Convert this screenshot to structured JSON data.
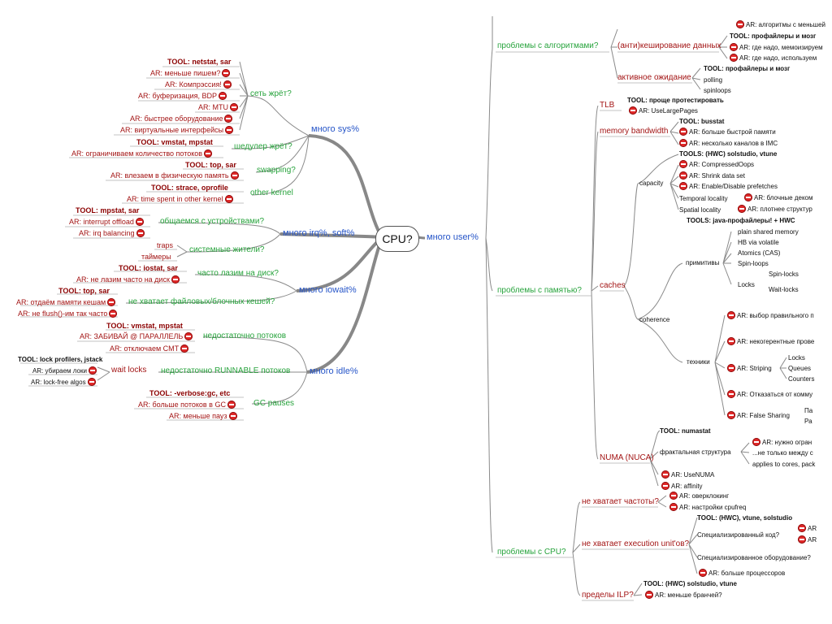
{
  "root": "CPU?",
  "left": {
    "sys": {
      "label": "много sys%",
      "net": {
        "label": "сеть жрёт?",
        "tool": "TOOL: netstat, sar",
        "items": [
          "AR: меньше пишем?",
          "AR: Компрэссия!",
          "AR: буферизация, BDP",
          "AR: MTU",
          "AR: быстрее оборудование",
          "AR: виртуальные интерфейсы"
        ]
      },
      "sched": {
        "label": "шедулер жрёт?",
        "tool": "TOOL: vmstat, mpstat",
        "items": [
          "AR: ограничиваем количество потоков"
        ]
      },
      "swap": {
        "label": "swapping?",
        "tool": "TOOL: top, sar",
        "items": [
          "AR: влезаем в физическую память"
        ]
      },
      "kernel": {
        "label": "other kernel",
        "tool": "TOOL: strace, oprofile",
        "items": [
          "AR: time spent in other kernel"
        ]
      }
    },
    "irq": {
      "label": "много irq%, soft%",
      "dev": {
        "label": "общаемся с устройствами?",
        "tool": "TOOL: mpstat, sar",
        "items": [
          "AR: interrupt offload",
          "AR: irq balancing"
        ]
      },
      "sysres": {
        "label": "системные жители?",
        "items": [
          "traps",
          "таймеры"
        ]
      }
    },
    "iowait": {
      "label": "много iowait%",
      "disk": {
        "label": "часто лазим на диск?",
        "tool": "TOOL: iostat, sar",
        "items": [
          "AR: не лазим часто на диск"
        ]
      },
      "cache": {
        "label": "не хватает файловых/блочных кешей?",
        "tool": "TOOL: top, sar",
        "items": [
          "AR: отдаём памяти кешам",
          "AR: не flush()-им так часто"
        ]
      }
    },
    "idle": {
      "label": "много idle%",
      "threads": {
        "label": "недостаточно потоков",
        "tool": "TOOL: vmstat, mpstat",
        "items": [
          "AR: ЗАБИВАЙ @ ПАРАЛЛЕЛЬ",
          "AR: отключаем CMT"
        ]
      },
      "runnable": {
        "label": "недостаточно RUNNABLE потоков",
        "wait": "wait locks",
        "tool": "TOOL: lock profilers, jstack",
        "items": [
          "AR: убираем локи",
          "AR: lock-free algos"
        ]
      },
      "gc": {
        "label": "GC pauses",
        "tool": "TOOL: -verbose:gc, etc",
        "items": [
          "AR: больше потоков в GC",
          "AR: меньше пауз"
        ]
      }
    }
  },
  "right": {
    "user": {
      "label": "много user%"
    },
    "alg": {
      "label": "проблемы с алгоритмами?",
      "ar_top": "AR: алгоритмы с меньшей",
      "cache": {
        "label": "(анти)кеширование данных",
        "tool": "TOOL: профайлеры и мозг",
        "items": [
          "AR: где надо, мемоизируем",
          "AR: где надо, используем"
        ]
      },
      "busy": {
        "label": "активное ожидание",
        "tool": "TOOL: профайлеры и мозг",
        "items": [
          "polling",
          "spinloops"
        ]
      }
    },
    "mem": {
      "label": "проблемы с памятью?",
      "tlb": {
        "label": "TLB",
        "tool": "TOOL: проще протестировать",
        "items": [
          "AR: UseLargePages"
        ]
      },
      "bw": {
        "label": "memory bandwidth",
        "tool": "TOOL: busstat",
        "items": [
          "AR: больше быстрой памяти",
          "AR: несколько каналов в IMC"
        ]
      },
      "caches": {
        "label": "caches",
        "capacity": {
          "label": "capacity",
          "tool": "TOOLS: (HWC) solstudio, vtune",
          "items": [
            "AR: CompressedOops",
            "AR: Shrink data set",
            "AR: Enable/Disable prefetches"
          ],
          "tl": "Temporal locality",
          "tl_ar": "AR: блочные деком",
          "sl": "Spatial locality",
          "sl_ar": "AR: плотнее структур"
        },
        "coherence": {
          "label": "coherence",
          "tool": "TOOLS: java-профайлеры! + HWC",
          "prim": {
            "label": "примитивы",
            "items": [
              "plain shared memory",
              "HB via volatile",
              "Atomics (CAS)",
              "Spin-loops"
            ],
            "locks": "Locks",
            "spin": "Spin-locks",
            "wait": "Wait-locks"
          },
          "tech": {
            "label": "техники",
            "items": [
              "AR: выбор правильного п",
              "AR: некогерентные прове",
              "AR: Striping",
              "AR: Отказаться от комму",
              "AR: False Sharing"
            ],
            "striping": [
              "Locks",
              "Queues",
              "Counters"
            ],
            "fs": [
              "Па",
              "Ра"
            ]
          }
        }
      },
      "numa": {
        "label": "NUMA (NUCA)",
        "tool": "TOOL: numastat",
        "frac": "фрактальная структура",
        "frac_items": [
          "AR: нужно огран",
          "...не только между с",
          "applies to cores, pack"
        ],
        "items": [
          "AR: UseNUMA",
          "AR: affinity"
        ]
      }
    },
    "cpu": {
      "label": "проблемы с CPU?",
      "freq": {
        "label": "не хватает частоты?",
        "items": [
          "AR: оверклокинг",
          "AR: настройки cpufreq"
        ]
      },
      "exec": {
        "label": "не хватает execution unit'ов?",
        "tool": "TOOL: (HWC), vtune, solstudio",
        "spec": "Специализированный код?",
        "spec_items": [
          "AR",
          "AR"
        ],
        "hw": "Специализированное оборудование?",
        "items": [
          "AR: больше процессоров"
        ]
      },
      "ilp": {
        "label": "пределы ILP?",
        "tool": "TOOL: (HWC) solstudio, vtune",
        "items": [
          "AR: меньше бранчей?"
        ]
      }
    }
  }
}
